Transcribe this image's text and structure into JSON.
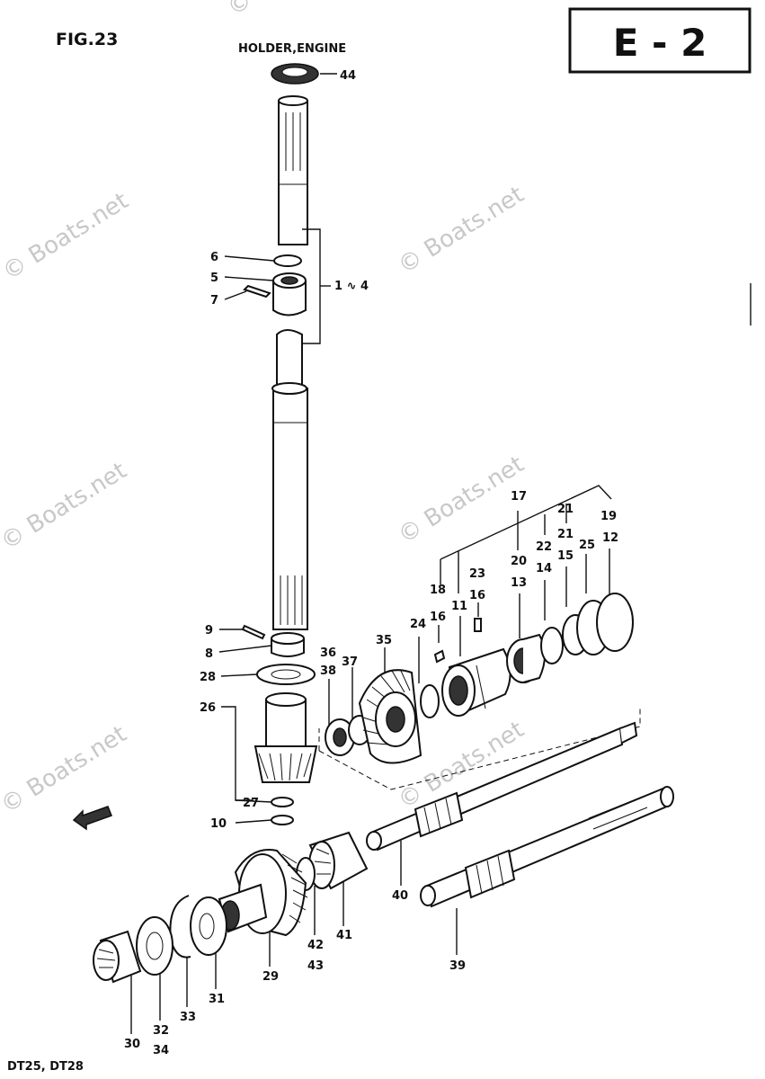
{
  "header": {
    "figure": "FIG.23",
    "section_code": "E - 2",
    "subtitle": "HOLDER,ENGINE",
    "footer": "DT25,  DT28"
  },
  "watermarks": [
    "© Boats.net",
    "© Boats.net",
    "© Boats.net",
    "© Boats.net",
    "© Boats.net",
    "© Boats.net",
    "© Boats.net"
  ],
  "callouts": {
    "c44": "44",
    "c6": "6",
    "c5": "5",
    "c7": "7",
    "c1_4": "1 ∿ 4",
    "c9": "9",
    "c8": "8",
    "c28": "28",
    "c26": "26",
    "c27": "27",
    "c10": "10",
    "c36": "36",
    "c38": "38",
    "c37": "37",
    "c35": "35",
    "c24": "24",
    "c18": "18",
    "c16a": "16",
    "c11": "11",
    "c23": "23",
    "c16b": "16",
    "c17": "17",
    "c20": "20",
    "c13": "13",
    "c22": "22",
    "c14": "14",
    "c21a": "21",
    "c21b": "21",
    "c15": "15",
    "c25": "25",
    "c19": "19",
    "c12": "12",
    "c40": "40",
    "c39": "39",
    "c41": "41",
    "c42": "42",
    "c43": "43",
    "c29": "29",
    "c31": "31",
    "c33": "33",
    "c32": "32",
    "c34": "34",
    "c30": "30"
  }
}
